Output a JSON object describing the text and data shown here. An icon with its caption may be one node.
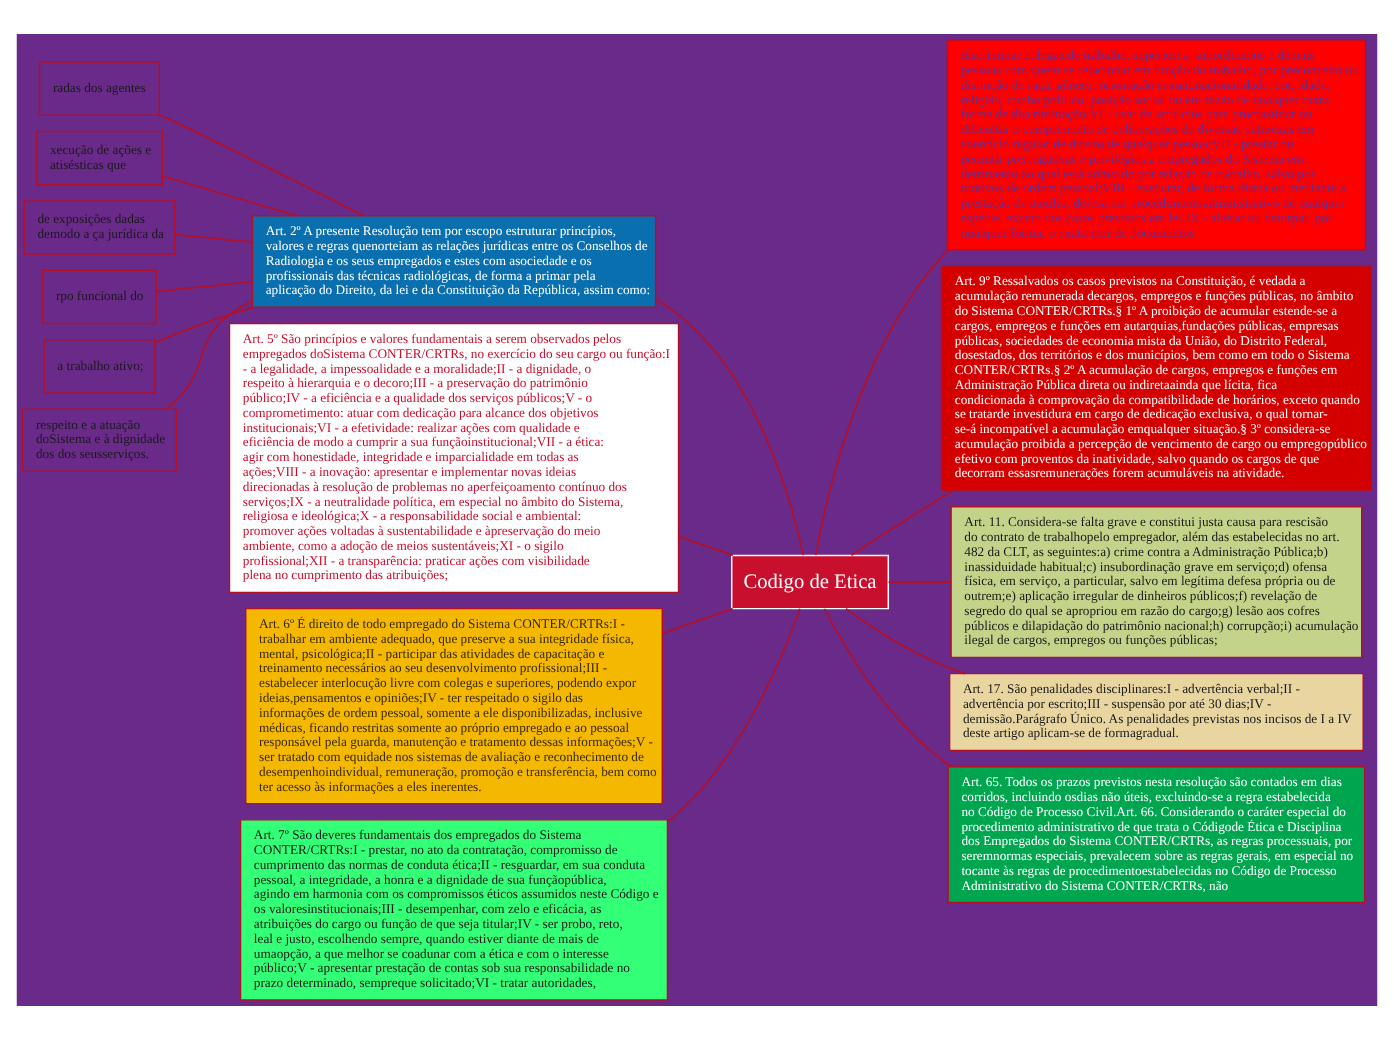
{
  "diagram": {
    "nodes": [
      {
        "text": [
          "radas dos agentes"
        ]
      },
      {
        "text": [
          "xecução de ações e atisésticas que"
        ]
      },
      {
        "text": [
          "de exposições dadas demodo a ça jurídica da"
        ]
      },
      {
        "text": [
          "rpo funcional do"
        ]
      },
      {
        "text": [
          "a trabalho ativo;"
        ]
      },
      {
        "text": [
          "respeito e a atuação doSistema e à dignidade dos dos seusserviços."
        ]
      },
      {
        "text": [
          "Art. 2º A presente Resolução tem por escopo estruturar princípios, valores e regras quenorteiam as relações jurídicas entre os Conselhos de Radiologia e os seus empregados e estes com asociedade e os profissionais das técnicas radiológicas, de forma a primar pela aplicação do Direito, da lei e da Constituição da República, assim como:"
        ]
      },
      {
        "text": [
          "Art. 5º São princípios e valores fundamentais a serem observados pelos empregados doSistema CONTER/CRTRs, no exercício do seu cargo ou função:I - a legalidade, a impessoalidade e a moralidade;II - a dignidade, o respeito à hierarquia e o decoro;III - a preservação do patrimônio público;IV - a eficiência e a qualidade dos serviços públicos;V - o comprometimento: atuar com dedicação para alcance dos objetivos institucionais;VI - a efetividade: realizar ações com qualidade e eficiência de modo a cumprir a sua funçãoinstitucional;VII - a ética: agir com honestidade, integridade e imparcialidade em todas as ações;VIII - a inovação: apresentar e implementar novas ideias direcionadas à resolução de problemas no aperfeiçoamento contínuo dos serviços;IX - a neutralidade política, em especial no âmbito do Sistema, religiosa e ideológica;X - a responsabilidade social e ambiental: promover ações voltadas à sustentabilidade e àpreservação do meio ambiente, como a adoção de meios sustentáveis;XI - o sigilo profissional;XII - a transparência: praticar ações com visibilidade plena no cumprimento das atribuições;"
        ]
      },
      {
        "text": [
          "Art. 6º É direito de todo empregado do Sistema CONTER/CRTRs:I - trabalhar em ambiente adequado, que preserve a sua integridade física, mental, psicológica;II - participar das atividades de capacitação e treinamento necessários ao seu desenvolvimento profissional;III - estabelecer interlocução livre com colegas e superiores, podendo expor ideias,pensamentos e opiniões;IV - ter respeitado o sigilo das informações de ordem pessoal, somente a ele disponibilizadas, inclusive médicas, ficando restritas somente ao próprio empregado e ao pessoal responsável pela guarda, manutenção e tratamento dessas informações;V - ser tratado com equidade nos sistemas de avaliação e reconhecimento de desempenhoindividual, remuneração, promoção e transferência, bem como ter acesso às informações a eles inerentes."
        ]
      },
      {
        "text": [
          "Art. 7º São deveres fundamentais dos empregados do Sistema CONTER/CRTRs:I - prestar, no ato da contratação, compromisso de cumprimento das normas de conduta ética;II - resguardar, em sua conduta pessoal, a integridade, a honra e a dignidade de sua funçãopública, agindo em harmonia com os compromissos éticos assumidos neste Código e os valoresinstitucionais;III - desempenhar, com zelo e eficácia, as atribuições do cargo ou função de que seja titular;IV - ser probo, reto, leal e justo, escolhendo sempre, quando estiver diante de mais de umaopção, a que melhor se coadunar com a ética e com o interesse público;V - apresentar prestação de contas sob sua responsabilidade no prazo determinado, sempreque solicitado;VI - tratar autoridades,"
        ]
      },
      {
        "text": [
          "Codigo de Etica"
        ]
      },
      {
        "text": [
          "discriminar colegas de trabalho, superiores, subordinados e demais pessoas com quem se relacionar em função do trabalho, por preconceito ou distinção de raça, gênero, orientação sexual,nacionalidade, cor, idade, religião, cunho político, posição social ou em razão de qualquer outra forma de discriminação;VI - usar de artifícios para procrastinar ou dificultar o cumprimento de deliberações de diversas naturezas em exercício regular de direito de qualquer pessoa;VII - prestar ou permitir prerrogativas e privilégios a empregados do Sistema em detrimento ao qual está admitido por relação de trabalho, salvo por motivos de ordem pessoal;VIII - executar, de forma direta ou mediante a prestação de auxílio, defesa em procedimentoadministrativo de qualquer espécie, exceto nos casos previstos em lei;IX - alterar ou deturpar, por qualquer forma, o exato teor de documentos"
        ]
      },
      {
        "text": [
          "Art. 9º Ressalvados os casos previstos na Constituição, é vedada a acumulação remunerada decargos, empregos e funções públicas, no âmbito do Sistema CONTER/CRTRs.§ 1º A proibição de acumular estende-se a cargos, empregos e funções em autarquias,fundações públicas, empresas públicas, sociedades de economia mista da União, do Distrito Federal, dosestados, dos territórios e dos municípios, bem como em todo o Sistema CONTER/CRTRs.§ 2º A acumulação de cargos, empregos e funções em Administração Pública direta ou indiretaainda que lícita, fica condicionada à comprovação da compatibilidade de horários, exceto quando se tratarde investidura em cargo de dedicação exclusiva, o qual tornar-se-á incompatível a acumulação emqualquer situação.§ 3º considera-se acumulação proibida a percepção de vencimento de cargo ou empregopúblico efetivo com proventos da inatividade, salvo quando os cargos de que decorram essasremunerações forem acumuláveis na atividade."
        ]
      },
      {
        "text": [
          "Art. 11. Considera-se falta grave e constitui justa causa para rescisão do contrato de trabalhopelo empregador, além das estabelecidas no art. 482 da CLT, as seguintes:a) crime contra a Administração Pública;b) inassiduidade habitual;c) insubordinação grave em serviço;d) ofensa física, em serviço, a particular, salvo em legítima defesa própria ou de outrem;e) aplicação irregular de dinheiros públicos;f) revelação de segredo do qual se apropriou em razão do cargo;g) lesão aos cofres públicos e dilapidação do patrimônio nacional;h) corrupção;i) acumulação ilegal de cargos, empregos ou funções públicas;"
        ]
      },
      {
        "text": [
          "Art. 17. São penalidades disciplinares:I - advertência verbal;II - advertência por escrito;III - suspensão por até 30 dias;IV - demissão.Parágrafo Único. As penalidades previstas nos incisos de I a IV deste artigo aplicam-se de formagradual."
        ]
      },
      {
        "text": [
          "Art. 65. Todos os prazos previstos nesta resolução são contados em dias corridos, incluindo osdias não úteis, excluindo-se a regra estabelecida no Código de Processo Civil.Art. 66. Considerando o caráter especial do procedimento administrativo de que trata o Códigode Ética e Disciplina dos Empregados do Sistema CONTER/CRTRs, as regras processuais, por seremnormas especiais, prevalecem sobre as regras gerais, em especial no tocante às regras de procedimentoestabelecidas no Código de Processo Administrativo do Sistema CONTER/CRTRs, não"
        ]
      }
    ],
    "edges": [
      {
        "from": 0,
        "to": 6,
        "arrow": "none"
      },
      {
        "from": 1,
        "to": 6,
        "arrow": "none"
      },
      {
        "from": 2,
        "to": 6,
        "arrow": "none"
      },
      {
        "from": 3,
        "to": 6,
        "arrow": "none"
      },
      {
        "from": 4,
        "to": 6,
        "arrow": "none"
      },
      {
        "from": 5,
        "to": 6,
        "arrow": "none"
      },
      {
        "from": 6,
        "to": 10,
        "arrow": "none"
      },
      {
        "from": 7,
        "to": 10,
        "arrow": "none"
      },
      {
        "from": 8,
        "to": 10,
        "arrow": "none"
      },
      {
        "from": 9,
        "to": 10,
        "arrow": "none"
      },
      {
        "from": 10,
        "to": 11,
        "arrow": "none"
      },
      {
        "from": 10,
        "to": 12,
        "arrow": "none"
      },
      {
        "from": 10,
        "to": 13,
        "arrow": "none"
      },
      {
        "from": 10,
        "to": 14,
        "arrow": "none"
      },
      {
        "from": 10,
        "to": 15,
        "arrow": "none"
      }
    ]
  }
}
